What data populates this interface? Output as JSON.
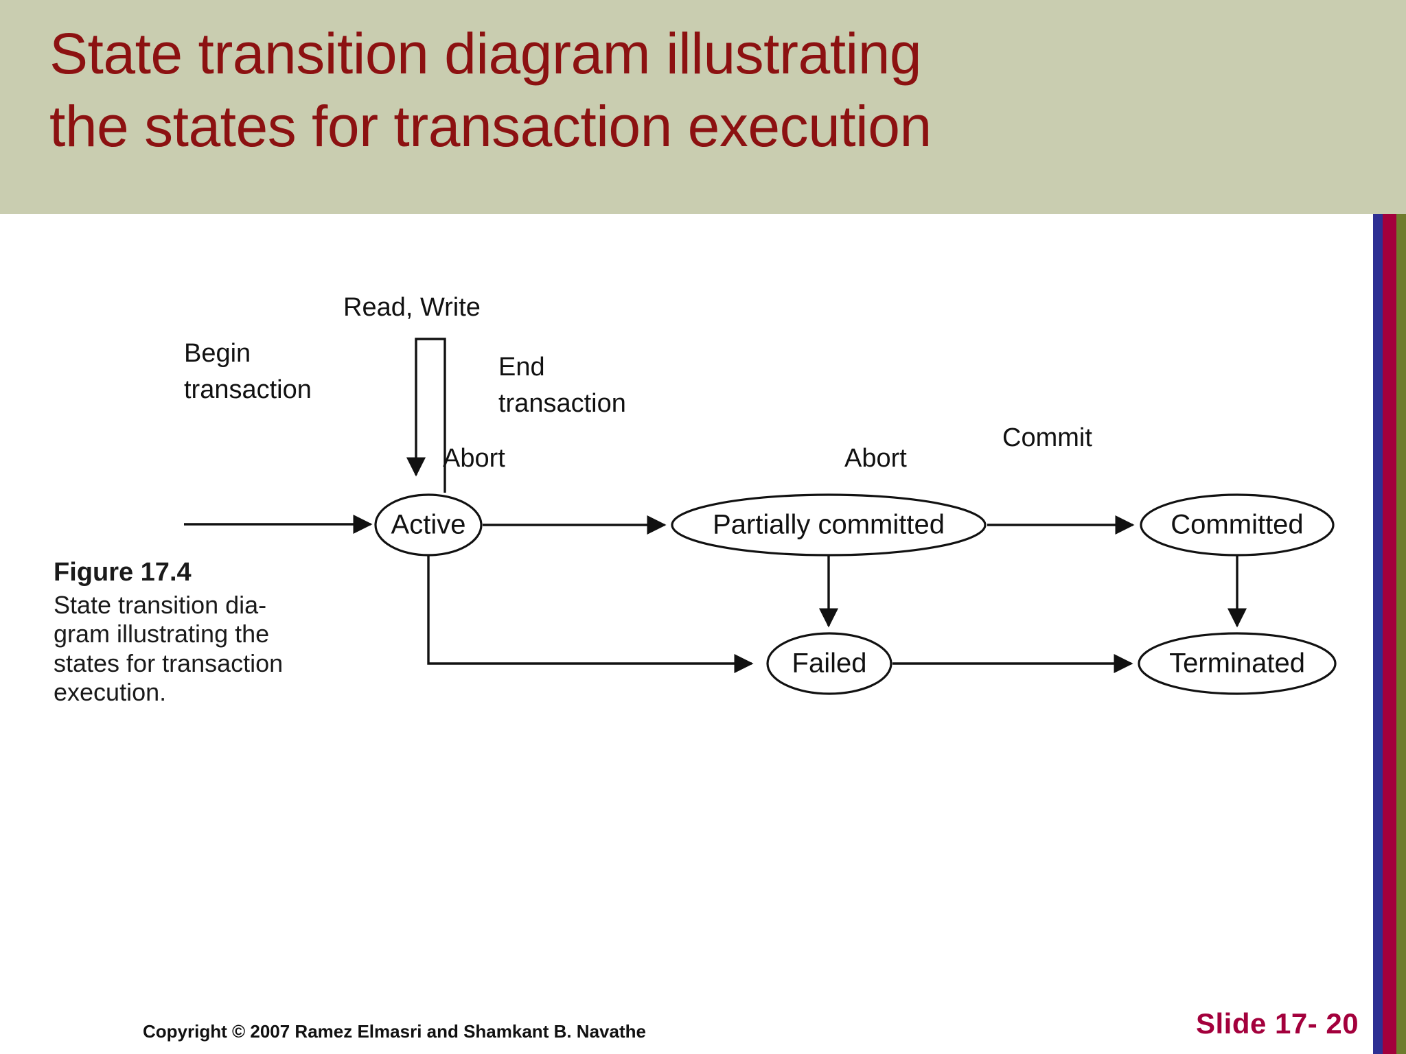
{
  "slide": {
    "title": "State transition diagram illustrating\nthe states for transaction execution",
    "title_color": "#8c1111",
    "header_background": "#c9cdb0",
    "body_background": "#ffffff"
  },
  "edge_stripes": {
    "blue": "#2e2f93",
    "crimson": "#a3003c",
    "olive": "#6e7c2d"
  },
  "figure": {
    "number_label": "Figure 17.4",
    "caption": "State transition dia-\ngram illustrating the\nstates for transaction\nexecution."
  },
  "diagram": {
    "nodes": [
      {
        "id": "active",
        "label": "Active"
      },
      {
        "id": "partially-committed",
        "label": "Partially committed"
      },
      {
        "id": "committed",
        "label": "Committed"
      },
      {
        "id": "failed",
        "label": "Failed"
      },
      {
        "id": "terminated",
        "label": "Terminated"
      }
    ],
    "edges": [
      {
        "id": "begin",
        "label": "Begin\ntransaction",
        "from": "start",
        "to": "active"
      },
      {
        "id": "read-write",
        "label": "Read, Write",
        "from": "active",
        "to": "active"
      },
      {
        "id": "end-transaction",
        "label": "End\ntransaction",
        "from": "active",
        "to": "partially-committed"
      },
      {
        "id": "commit",
        "label": "Commit",
        "from": "partially-committed",
        "to": "committed"
      },
      {
        "id": "abort-active",
        "label": "Abort",
        "from": "active",
        "to": "failed"
      },
      {
        "id": "abort-partial",
        "label": "Abort",
        "from": "partially-committed",
        "to": "failed"
      },
      {
        "id": "failed-term",
        "label": "",
        "from": "failed",
        "to": "terminated"
      },
      {
        "id": "committed-term",
        "label": "",
        "from": "committed",
        "to": "terminated"
      }
    ],
    "edge_labels": {
      "begin_line1": "Begin",
      "begin_line2": "transaction",
      "read_write": "Read, Write",
      "end_line1": "End",
      "end_line2": "transaction",
      "commit": "Commit",
      "abort_left": "Abort",
      "abort_middle": "Abort"
    },
    "node_labels": {
      "active": "Active",
      "partially_committed": "Partially committed",
      "committed": "Committed",
      "failed": "Failed",
      "terminated": "Terminated"
    }
  },
  "footer": {
    "copyright": "Copyright © 2007 Ramez Elmasri and Shamkant B. Navathe",
    "slide_number": "Slide 17- 20",
    "slide_number_color": "#a3003c"
  }
}
